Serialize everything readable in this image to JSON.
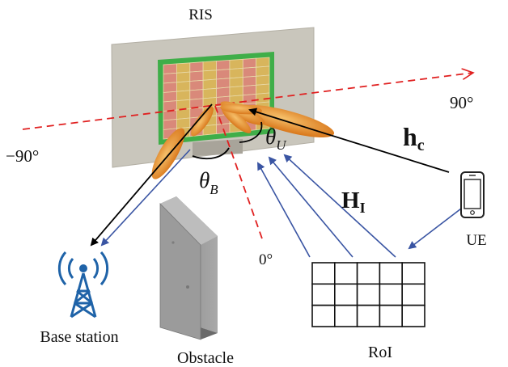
{
  "labels": {
    "ris": "RIS",
    "angle_pos": "90°",
    "angle_neg": "−90°",
    "angle_zero": "0°",
    "theta": "θ",
    "sub_u": "U",
    "sub_b": "B",
    "channel_direct": "h",
    "channel_direct_sub": "c",
    "channel_roi": "H",
    "channel_roi_sub": "I",
    "ue": "UE",
    "base_station": "Base station",
    "obstacle": "Obstacle",
    "roi": "RoI"
  },
  "colors": {
    "panel": "#c9c6bc",
    "ris_frame": "#3fae49",
    "ris_cell_a": "#d9897a",
    "ris_cell_b": "#d8b55c",
    "beam": "#e6932e",
    "angle_line": "#e02020",
    "black_arrow": "#000000",
    "blue_arrow": "#3a55a3",
    "tower": "#1f63a8"
  },
  "roi_grid": {
    "rows": 3,
    "cols": 5
  },
  "ris_grid": {
    "rows": 8,
    "cols": 8
  }
}
